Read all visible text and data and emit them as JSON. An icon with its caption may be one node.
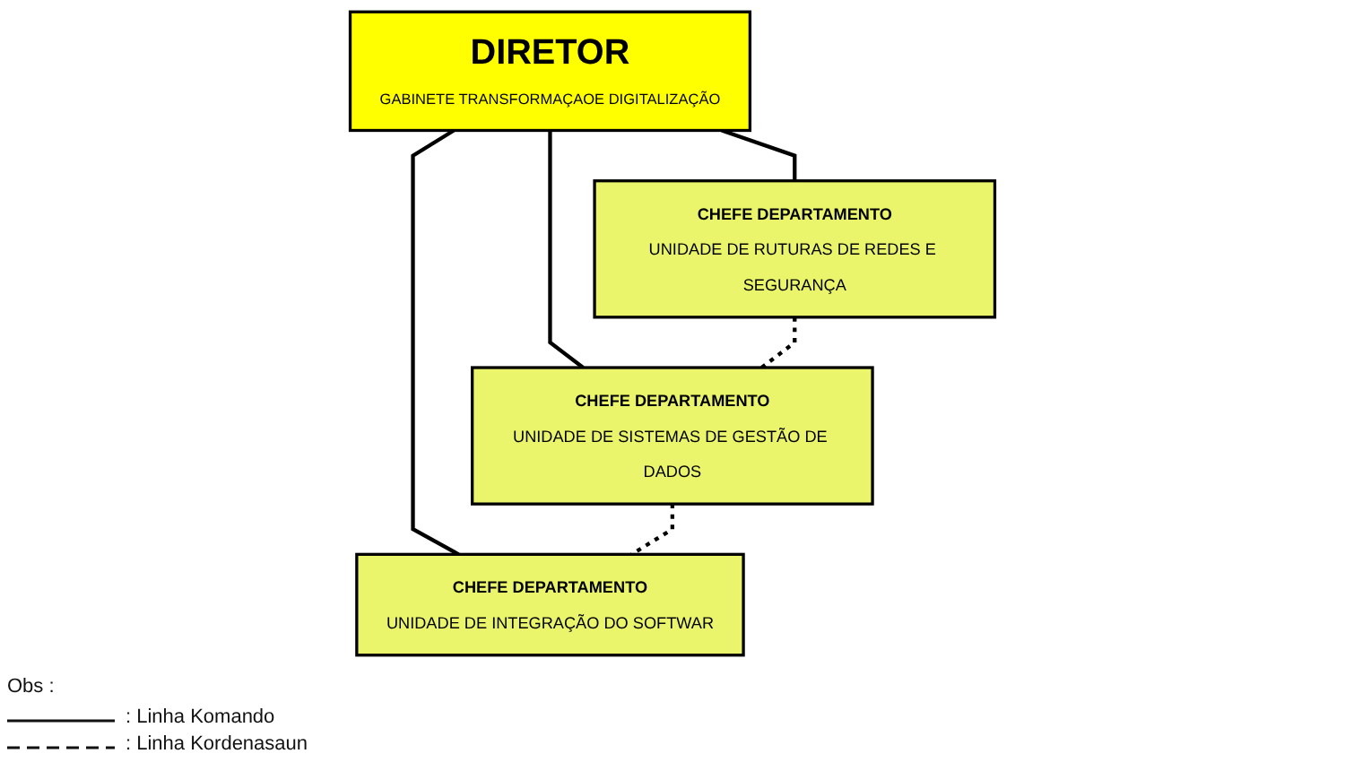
{
  "diagram": {
    "nodes": [
      {
        "text": [
          "DIRETOR",
          "GABINETE TRANSFORMAÇAOE DIGITALIZAÇÃO"
        ]
      },
      {
        "text": [
          "CHEFE DEPARTAMENTO",
          "UNIDADE DE RUTURAS DE REDES E SEGURANÇA"
        ]
      },
      {
        "text": [
          "CHEFE DEPARTAMENTO",
          "UNIDADE DE SISTEMAS DE GESTÃO DE DADOS"
        ]
      },
      {
        "text": [
          "CHEFE DEPARTAMENTO",
          "UNIDADE DE INTEGRAÇÃO DO SOFTWAR"
        ]
      }
    ],
    "edges": [
      {
        "from": 0,
        "to": 1,
        "arrow": "none"
      },
      {
        "from": 0,
        "to": 2,
        "arrow": "none"
      },
      {
        "from": 0,
        "to": 3,
        "arrow": "none"
      },
      {
        "from": 1,
        "to": 2,
        "arrow": "none",
        "style": "dashed"
      },
      {
        "from": 2,
        "to": 3,
        "arrow": "none",
        "style": "dashed"
      }
    ],
    "labels": [
      "Obs :"
    ],
    "legend": [
      {
        "text": ": Linha Komando"
      },
      {
        "text": ": Linha Kordenasaun"
      }
    ]
  }
}
